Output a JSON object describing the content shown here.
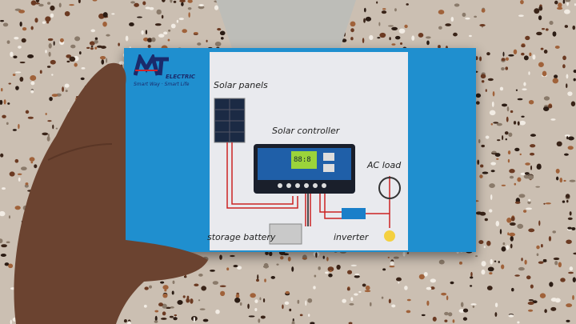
{
  "box": {
    "logo_text": "MT",
    "brand": "ELECTRIC",
    "tagline": "Smart Way · Smart Life",
    "labels": {
      "solar_panels": "Solar panels",
      "solar_controller": "Solar controller",
      "ac_load": "AC load",
      "storage_battery": "storage battery",
      "inverter": "inverter"
    },
    "controller_display": "88:8",
    "colors": {
      "box_blue": "#1f8fcf",
      "panel": "#e9eaee",
      "skin": "#6b4330"
    }
  }
}
